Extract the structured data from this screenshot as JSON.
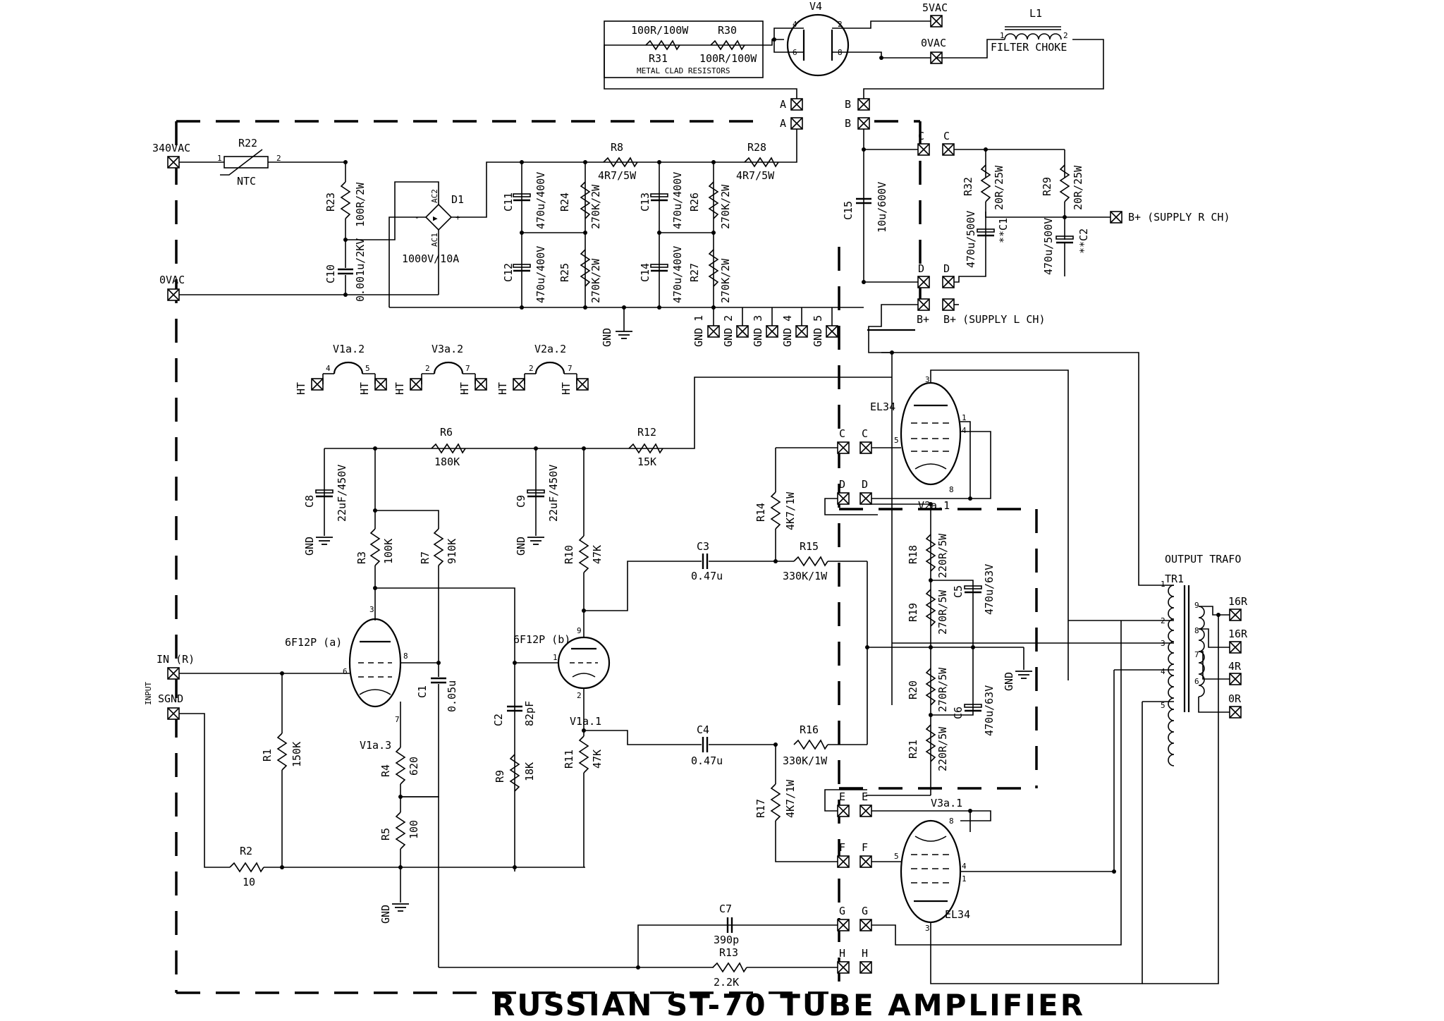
{
  "title": "RUSSIAN ST-70 TUBE AMPLIFIER",
  "terminals": {
    "t_340vac": "340VAC",
    "t_0vac_left": "0VAC",
    "t_input_r": "IN (R)",
    "t_sgnd": "SGND",
    "t_input": "INPUT",
    "t_5vac": "5VAC",
    "t_0vac_top": "0VAC",
    "t_a": "A",
    "t_b": "B",
    "t_c": "C",
    "t_d": "D",
    "t_e": "E",
    "t_f": "F",
    "t_g": "G",
    "t_h": "H",
    "t_bplus_r": "B+ (SUPPLY R CH)",
    "t_bplus_l": "B+ (SUPPLY L CH)",
    "t_bplus": "B+",
    "t_gnd": "GND",
    "t_gnd1": "GND 1",
    "t_gnd2": "GND 2",
    "t_gnd3": "GND 3",
    "t_gnd4": "GND 4",
    "t_gnd5": "GND 5",
    "t_ht": "HT",
    "t_16r": "16R",
    "t_4r": "4R",
    "t_0r": "0R"
  },
  "heaters": [
    "V1a.2",
    "V3a.2",
    "V2a.2"
  ],
  "heater_pins": {
    "p4": "4",
    "p5": "5",
    "p2": "2",
    "p7": "7"
  },
  "tubes": {
    "v4": "V4",
    "el34_top": "EL34",
    "el34_bottom": "EL34",
    "v2a1": "V2a.1",
    "v3a1": "V3a.1",
    "v6f12p_a": "6F12P (a)",
    "v6f12p_b": "6F12P (b)",
    "v1a3": "V1a.3",
    "v1a1": "V1a.1"
  },
  "power_supply": {
    "r22": "R22",
    "ntc": "NTC",
    "r23": "R23",
    "r23_val": "100R/2W",
    "c10": "C10",
    "c10_val": "0.001u/2KV",
    "d1": "D1",
    "d1_val": "1000V/10A",
    "ac1": "AC1",
    "ac2": "AC2",
    "r30": "R30",
    "r31": "R31",
    "r30_val": "100R/100W",
    "r31_val": "100R/100W",
    "metal_clad": "METAL CLAD RESISTORS",
    "l1": "L1",
    "filter_choke": "FILTER CHOKE",
    "c11": "C11",
    "c12": "C12",
    "c13": "C13",
    "c14": "C14",
    "c_cap_val": "470u/400V",
    "r24": "R24",
    "r25": "R25",
    "r26": "R26",
    "r27": "R27",
    "r_bleed_val": "270K/2W",
    "r8": "R8",
    "r28": "R28",
    "r_drop_val": "4R7/5W",
    "c15": "C15",
    "c15_val": "10u/600V",
    "r32": "R32",
    "r29": "R29",
    "r_25w_val": "20R/25W",
    "c1": "**C1",
    "c2": "**C2",
    "c_500v_val": "470u/500V"
  },
  "amplifier": {
    "r6": "R6",
    "r6_val": "180K",
    "r12": "R12",
    "r12_val": "15K",
    "c8": "C8",
    "c9": "C9",
    "c_22u_val": "22uF/450V",
    "r3": "R3",
    "r3_val": "100K",
    "r7": "R7",
    "r7_val": "910K",
    "r10": "R10",
    "r11": "R11",
    "r_47k_val": "47K",
    "c3": "C3",
    "c4": "C4",
    "c_047_val": "0.47u",
    "r14": "R14",
    "r17": "R17",
    "r_4k7_val": "4K7/1W",
    "r15": "R15",
    "r16": "R16",
    "r_330k_val": "330K/1W",
    "r18": "R18",
    "r21": "R21",
    "r_220_val": "220R/5W",
    "r19": "R19",
    "r20": "R20",
    "r_270_val": "270R/5W",
    "c5": "C5",
    "c6": "C6",
    "c_470_63_val": "470u/63V",
    "r1": "R1",
    "r1_val": "150K",
    "r2": "R2",
    "r2_val": "10",
    "c1": "C1",
    "c1_val": "0.05u",
    "c2": "C2",
    "c2_val": "82pF",
    "r9": "R9",
    "r9_val": "18K",
    "r4": "R4",
    "r4_val": "620",
    "r5": "R5",
    "r5_val": "100",
    "c7": "C7",
    "c7_val": "390p",
    "r13": "R13",
    "r13_val": "2.2K",
    "output_trafo": "OUTPUT TRAFO",
    "tr1": "TR1"
  },
  "pins": {
    "n1": "1",
    "n2": "2",
    "n3": "3",
    "n4": "4",
    "n5": "5",
    "n6": "6",
    "n7": "7",
    "n8": "8",
    "n9": "9",
    "plus": "+",
    "minus": "-"
  }
}
